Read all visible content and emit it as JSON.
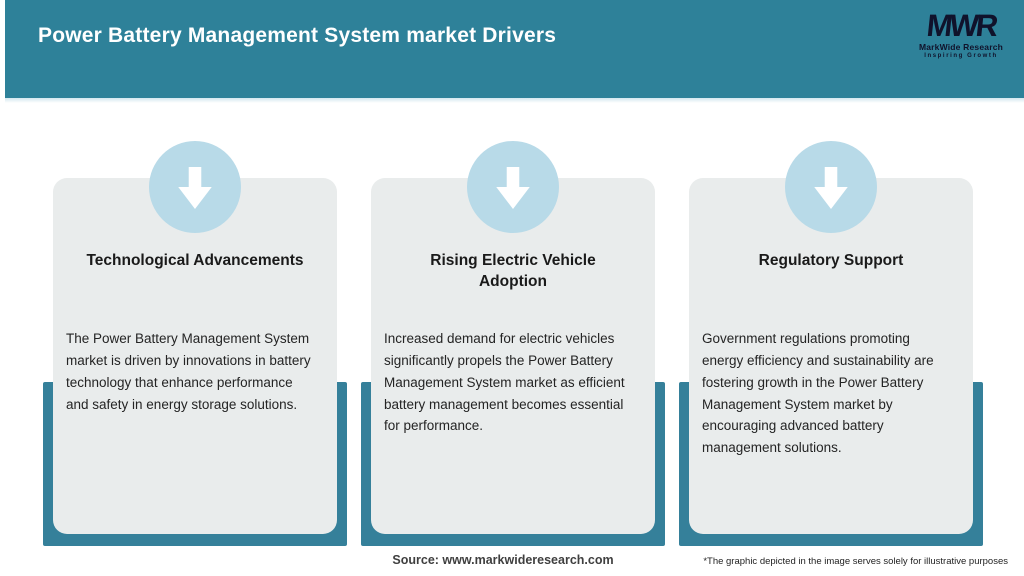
{
  "header": {
    "title": "Power Battery Management System market Drivers",
    "logo": {
      "acronym": "MWR",
      "name": "MarkWide Research",
      "tagline": "Inspiring Growth"
    }
  },
  "colors": {
    "header_teal": "#2E8199",
    "shadow_teal": "#35809A",
    "card_background": "#E9ECEC",
    "circle_blue": "#B8DAE8",
    "title_text": "#FFFFFF",
    "logo_text": "#10122B"
  },
  "cards": [
    {
      "icon": "down-arrow-icon",
      "title": "Technological Advancements",
      "description": "The Power Battery Management System market is driven by innovations in battery technology that enhance performance and safety in energy storage solutions."
    },
    {
      "icon": "down-arrow-icon",
      "title": "Rising Electric Vehicle\nAdoption",
      "description": "Increased demand for electric vehicles significantly propels the Power Battery Management System market as efficient battery management becomes essential for performance."
    },
    {
      "icon": "down-arrow-icon",
      "title": "Regulatory Support",
      "description": "Government regulations promoting energy efficiency and sustainability are fostering growth in the Power Battery Management System market by encouraging advanced battery management solutions."
    }
  ],
  "footer": {
    "source": "Source: www.markwideresearch.com",
    "disclaimer": "*The graphic depicted in the image serves solely for illustrative purposes"
  }
}
